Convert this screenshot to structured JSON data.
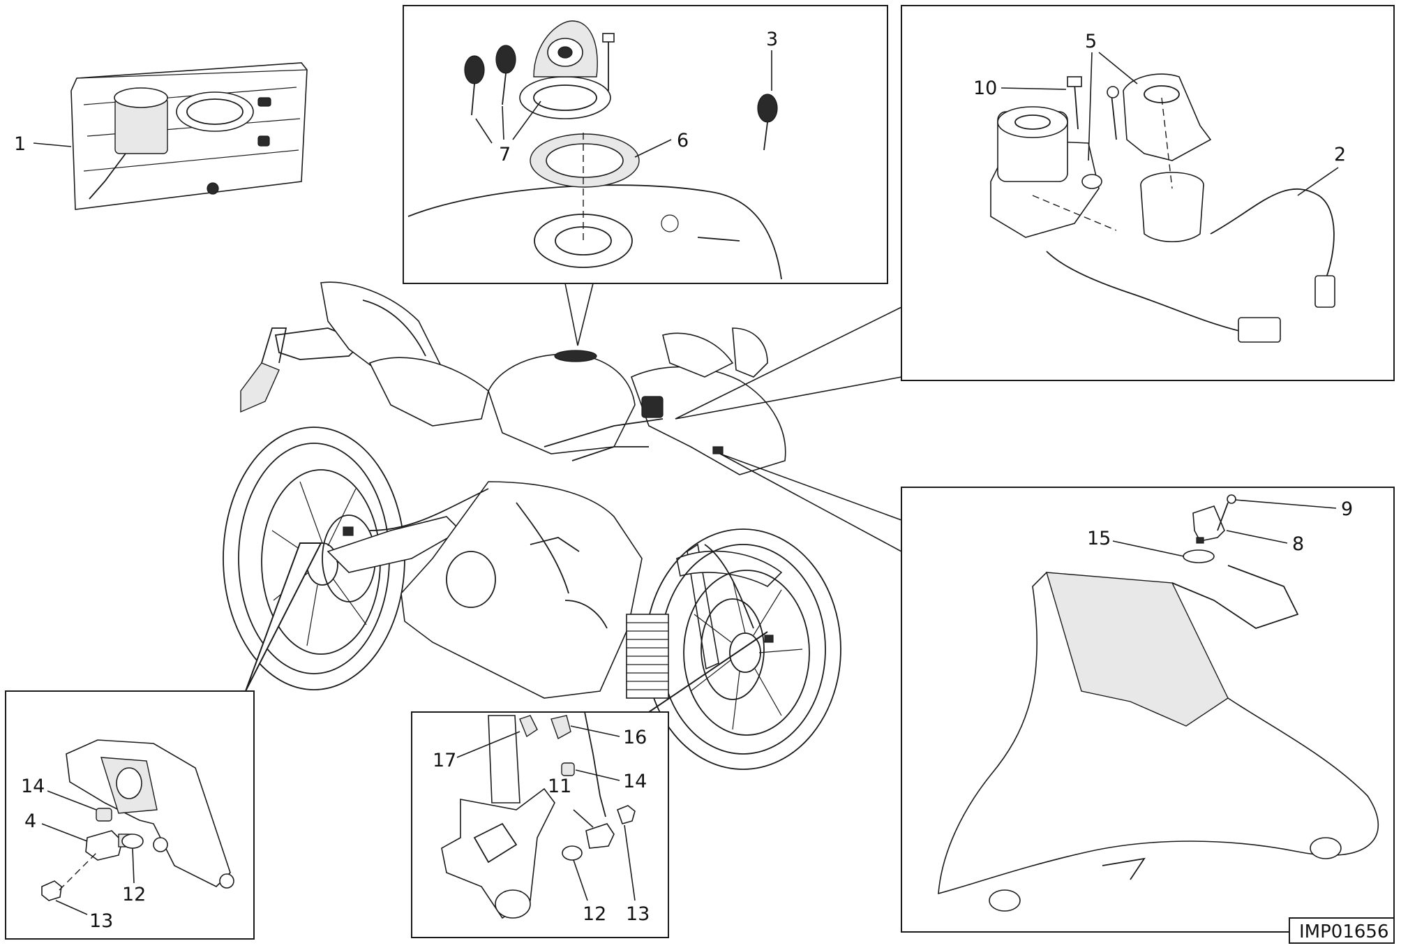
{
  "drawing": {
    "code": "IMP01656",
    "callouts": [
      "1",
      "2",
      "3",
      "4",
      "5",
      "6",
      "7",
      "8",
      "9",
      "10",
      "11",
      "12",
      "12",
      "13",
      "13",
      "14",
      "14",
      "15",
      "16",
      "17"
    ]
  }
}
